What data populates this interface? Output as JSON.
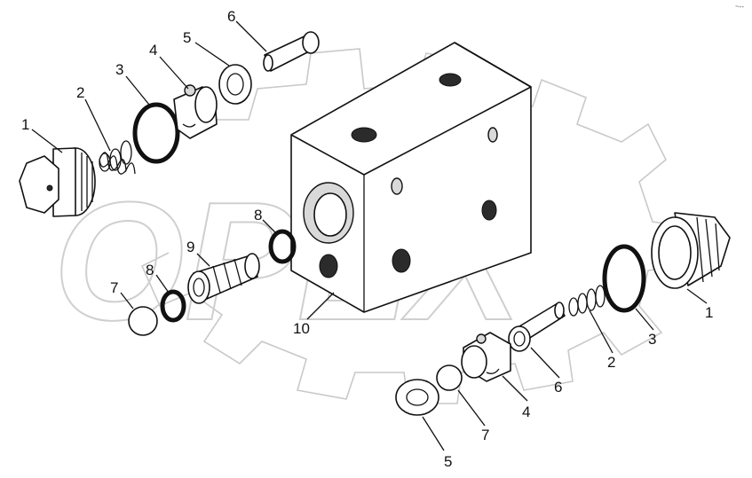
{
  "watermark": {
    "text": "OPEX"
  },
  "corner_mark": "~--",
  "callouts": [
    {
      "id": "c1a",
      "label": "1"
    },
    {
      "id": "c2a",
      "label": "2"
    },
    {
      "id": "c3a",
      "label": "3"
    },
    {
      "id": "c4a",
      "label": "4"
    },
    {
      "id": "c5a",
      "label": "5"
    },
    {
      "id": "c6a",
      "label": "6"
    },
    {
      "id": "c7a",
      "label": "7"
    },
    {
      "id": "c8a",
      "label": "8"
    },
    {
      "id": "c8b",
      "label": "8"
    },
    {
      "id": "c9",
      "label": "9"
    },
    {
      "id": "c10",
      "label": "10"
    },
    {
      "id": "c1b",
      "label": "1"
    },
    {
      "id": "c2b",
      "label": "2"
    },
    {
      "id": "c3b",
      "label": "3"
    },
    {
      "id": "c4b",
      "label": "4"
    },
    {
      "id": "c5b",
      "label": "5"
    },
    {
      "id": "c6b",
      "label": "6"
    },
    {
      "id": "c7b",
      "label": "7"
    }
  ]
}
